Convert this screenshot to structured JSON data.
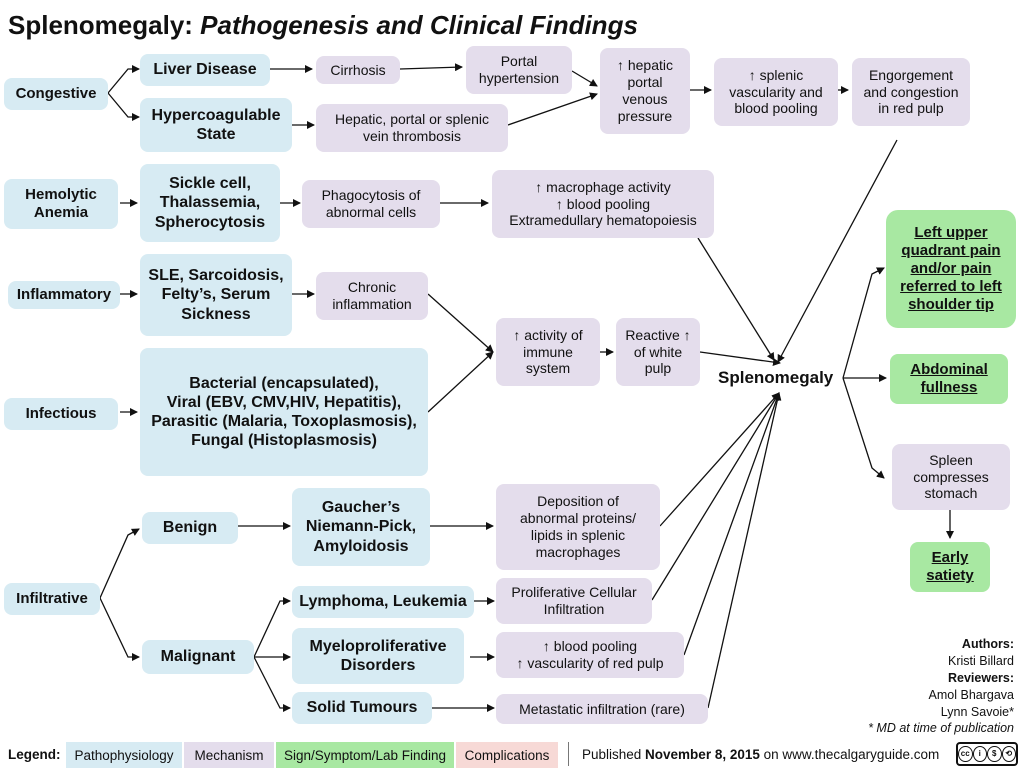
{
  "title": {
    "main": "Splenomegaly:",
    "sub": "Pathogenesis and Clinical Findings"
  },
  "categories": {
    "congestive": "Congestive",
    "hemolytic": "Hemolytic\nAnemia",
    "inflammatory": "Inflammatory",
    "infectious": "Infectious",
    "infiltrative": "Infiltrative"
  },
  "causes": {
    "liver_disease": "Liver Disease",
    "hypercoag": "Hypercoagulable\nState",
    "sickle": "Sickle cell,\nThalassemia,\nSpherocytosis",
    "sle": "SLE, Sarcoidosis,\nFelty’s, Serum\nSickness",
    "infections": "Bacterial (encapsulated),\nViral (EBV, CMV,HIV, Hepatitis),\nParasitic (Malaria, Toxoplasmosis),\nFungal (Histoplasmosis)",
    "benign": "Benign",
    "malignant": "Malignant",
    "gaucher": "Gaucher’s\nNiemann-Pick,\nAmyloidosis",
    "lymphoma": "Lymphoma, Leukemia",
    "myelo": "Myeloproliferative\nDisorders",
    "solid": "Solid Tumours"
  },
  "mechanisms": {
    "cirrhosis": "Cirrhosis",
    "portal_htn": "Portal\nhypertension",
    "thrombosis": "Hepatic, portal or splenic\nvein thrombosis",
    "hepatic_portal": "↑ hepatic\nportal\nvenous\npressure",
    "splenic_vasc": "↑ splenic\nvascularity and\nblood pooling",
    "engorgement": "Engorgement\nand congestion\nin red pulp",
    "phagocytosis": "Phagocytosis of\nabnormal cells",
    "macrophage": "↑ macrophage activity\n↑ blood pooling\nExtramedullary hematopoiesis",
    "chronic_inflam": "Chronic\ninflammation",
    "immune": "↑ activity of\nimmune\nsystem",
    "reactive": "Reactive ↑\nof white\npulp",
    "deposition": "Deposition of\nabnormal proteins/\nlipids in splenic\nmacrophages",
    "proliferative": "Proliferative Cellular\nInfiltration",
    "blood_pool_red": "↑ blood pooling\n↑ vascularity of red pulp",
    "metastatic": "Metastatic infiltration (rare)"
  },
  "splenomegaly": "Splenomegaly",
  "findings": {
    "luq_pain": "Left upper\nquadrant pain\nand/or pain\nreferred to left\nshoulder tip",
    "abdominal": "Abdominal\nfullness",
    "compresses": "Spleen\ncompresses\nstomach",
    "satiety": "Early\nsatiety"
  },
  "authors": {
    "authors_label": "Authors:",
    "author1": "Kristi Billard",
    "reviewers_label": "Reviewers:",
    "reviewer1": "Amol Bhargava",
    "reviewer2": "Lynn Savoie*",
    "note": "* MD at time of publication"
  },
  "legend": {
    "label": "Legend:",
    "items": [
      "Pathophysiology",
      "Mechanism",
      "Sign/Symptom/Lab Finding",
      "Complications"
    ]
  },
  "publication": {
    "prefix": "Published ",
    "date": "November 8, 2015",
    "suffix": " on www.thecalgaryguide.com"
  },
  "license": "cc BY NC SA",
  "colors": {
    "pathophysiology": "#d7ebf3",
    "mechanism": "#e4ddec",
    "sign": "#a8e8a2",
    "complications": "#f7d9d6"
  }
}
